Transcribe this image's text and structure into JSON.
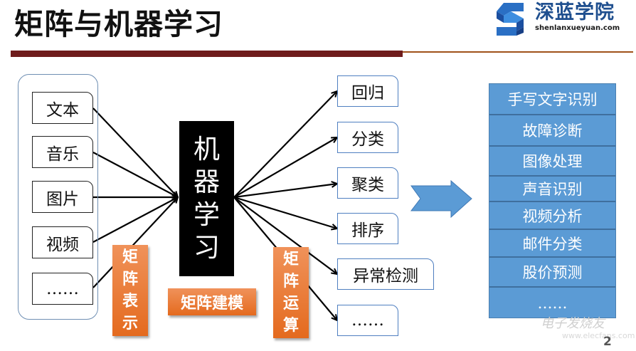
{
  "slide": {
    "title": "矩阵与机器学习",
    "page_number": "2",
    "logo": {
      "name": "深蓝学院",
      "url_text": "shenlanxueyuan.com",
      "icon": "blue-s-logo-icon"
    },
    "watermark": {
      "text": "电子发烧友",
      "url": "www.elecfans.com"
    },
    "colors": {
      "title_bar": "#6f1c1c",
      "thin_line": "#a0521a",
      "ml_box": "#000000",
      "orange_label": "#e8782f",
      "app_list_bg": "#5b9bd5",
      "output_border": "#4f7fc0",
      "arrow_fill": "#5b9bd5"
    }
  },
  "inputs": [
    {
      "label": "文本"
    },
    {
      "label": "音乐"
    },
    {
      "label": "图片"
    },
    {
      "label": "视频"
    },
    {
      "label": "……"
    }
  ],
  "center": {
    "label_chars": [
      "机",
      "器",
      "学",
      "习"
    ]
  },
  "labels": {
    "representation": [
      "矩",
      "阵",
      "表",
      "示"
    ],
    "modeling": "矩阵建模",
    "operation": [
      "矩",
      "阵",
      "运",
      "算"
    ]
  },
  "outputs": [
    {
      "label": "回归"
    },
    {
      "label": "分类"
    },
    {
      "label": "聚类"
    },
    {
      "label": "排序"
    },
    {
      "label": "异常检测"
    },
    {
      "label": "……"
    }
  ],
  "applications": [
    {
      "label": "手写文字识别"
    },
    {
      "label": "故障诊断"
    },
    {
      "label": "图像处理"
    },
    {
      "label": "声音识别"
    },
    {
      "label": "视频分析"
    },
    {
      "label": "邮件分类"
    },
    {
      "label": "股价预测"
    },
    {
      "label": "……"
    }
  ]
}
